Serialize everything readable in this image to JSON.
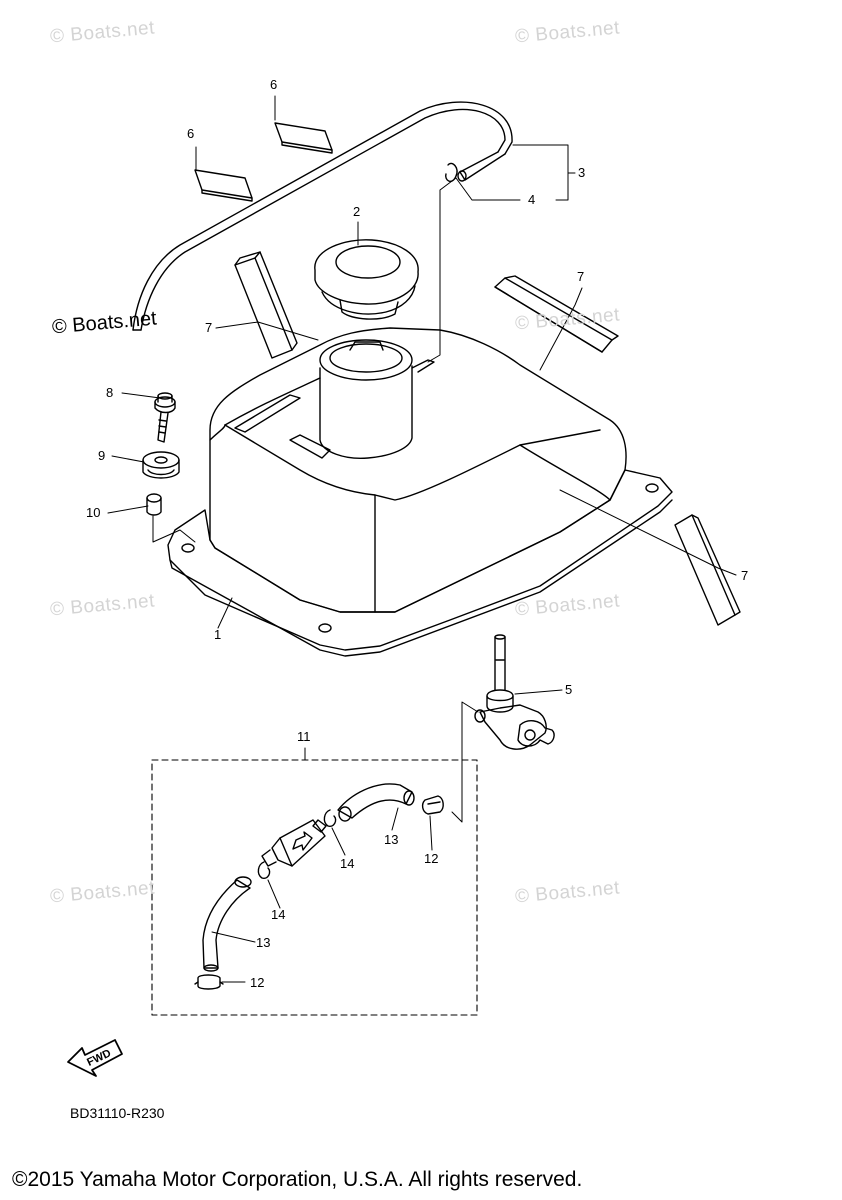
{
  "watermarks": [
    "© Boats.net",
    "© Boats.net",
    "© Boats.net",
    "© Boats.net",
    "© Boats.net",
    "© Boats.net",
    "© Boats.net",
    "© Boats.net"
  ],
  "watermark_main": "© Boats.net",
  "callouts": {
    "c1": "1",
    "c2": "2",
    "c3": "3",
    "c4": "4",
    "c5": "5",
    "c6a": "6",
    "c6b": "6",
    "c7a": "7",
    "c7b": "7",
    "c7c": "7",
    "c8": "8",
    "c9": "9",
    "c10": "10",
    "c11": "11",
    "c12a": "12",
    "c12b": "12",
    "c13a": "13",
    "c13b": "13",
    "c14a": "14",
    "c14b": "14"
  },
  "fwd_label": "FWD",
  "diagram_code": "BD31110-R230",
  "copyright": "©2015 Yamaha Motor Corporation, U.S.A. All rights reserved."
}
